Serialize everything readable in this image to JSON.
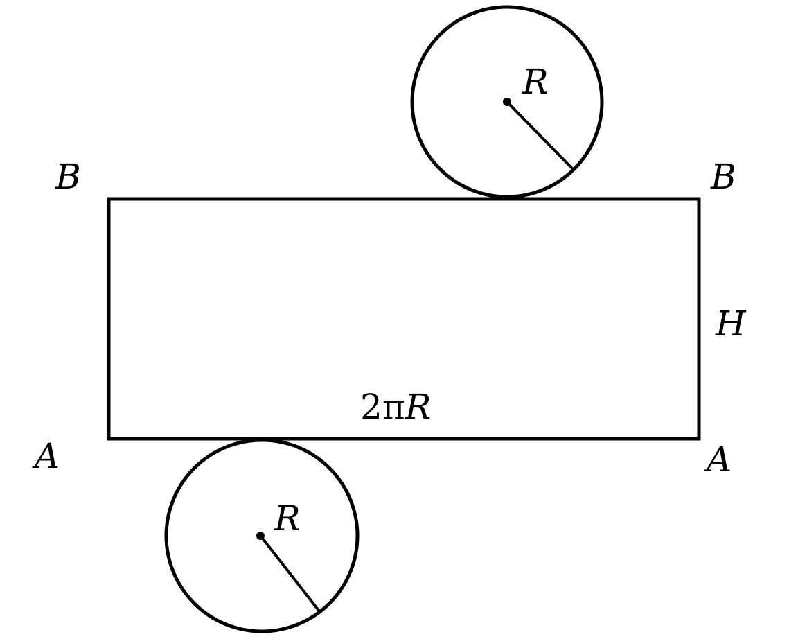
{
  "labels": {
    "top_left": "B",
    "top_right": "B",
    "bottom_left": "A",
    "bottom_right": "A",
    "height": "H",
    "circumference_coef": "2",
    "circumference_pi": "π",
    "circumference_var": "R",
    "top_circle_radius": "R",
    "bottom_circle_radius": "R"
  },
  "colors": {
    "ink": "#000000",
    "background": "#ffffff"
  }
}
